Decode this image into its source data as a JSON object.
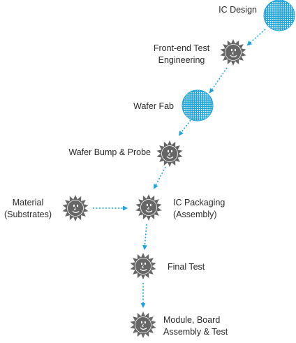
{
  "colors": {
    "wafer": "#1ea4dc",
    "sun": "#666666",
    "arrow": "#1ea4dc",
    "text": "#2a2a2a"
  },
  "nodes": {
    "ic_design": {
      "line1": "IC Design",
      "icon": "wafer-grid-icon"
    },
    "frontend_test": {
      "line1": "Front-end Test",
      "line2": "Engineering",
      "icon": "smiling-sun-icon"
    },
    "wafer_fab": {
      "line1": "Wafer Fab",
      "icon": "wafer-grid-icon"
    },
    "wafer_bump_probe": {
      "line1": "Wafer Bump & Probe",
      "icon": "smiling-sun-icon"
    },
    "material": {
      "line1": "Material",
      "line2": "(Substrates)",
      "icon": "smiling-sun-icon"
    },
    "ic_packaging": {
      "line1": "IC Packaging",
      "line2": "(Assembly)",
      "icon": "smiling-sun-icon"
    },
    "final_test": {
      "line1": "Final Test",
      "icon": "smiling-sun-icon"
    },
    "module_board": {
      "line1": "Module, Board",
      "line2": "Assembly & Test",
      "icon": "smiling-sun-icon"
    }
  },
  "flows": [
    {
      "from": "ic_design",
      "to": "frontend_test"
    },
    {
      "from": "frontend_test",
      "to": "wafer_fab"
    },
    {
      "from": "wafer_fab",
      "to": "wafer_bump_probe"
    },
    {
      "from": "wafer_bump_probe",
      "to": "ic_packaging"
    },
    {
      "from": "material",
      "to": "ic_packaging"
    },
    {
      "from": "ic_packaging",
      "to": "final_test"
    },
    {
      "from": "final_test",
      "to": "module_board"
    }
  ]
}
